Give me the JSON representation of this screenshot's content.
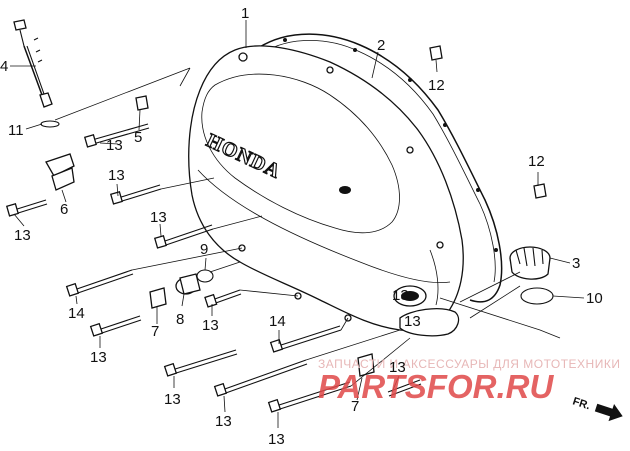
{
  "callouts": [
    {
      "id": "c1",
      "text": "1"
    },
    {
      "id": "c2",
      "text": "2"
    },
    {
      "id": "c3",
      "text": "3"
    },
    {
      "id": "c4",
      "text": "4"
    },
    {
      "id": "c5",
      "text": "5"
    },
    {
      "id": "c6",
      "text": "6"
    },
    {
      "id": "c7a",
      "text": "7"
    },
    {
      "id": "c7b",
      "text": "7"
    },
    {
      "id": "c8",
      "text": "8"
    },
    {
      "id": "c9",
      "text": "9"
    },
    {
      "id": "c10",
      "text": "10"
    },
    {
      "id": "c11",
      "text": "11"
    },
    {
      "id": "c12a",
      "text": "12"
    },
    {
      "id": "c12b",
      "text": "12"
    },
    {
      "id": "c13a",
      "text": "13"
    },
    {
      "id": "c13b",
      "text": "13"
    },
    {
      "id": "c13c",
      "text": "13"
    },
    {
      "id": "c13d",
      "text": "13"
    },
    {
      "id": "c13e",
      "text": "13"
    },
    {
      "id": "c13f",
      "text": "13"
    },
    {
      "id": "c13g",
      "text": "13"
    },
    {
      "id": "c13h",
      "text": "13"
    },
    {
      "id": "c13i",
      "text": "13"
    },
    {
      "id": "c13j",
      "text": "13"
    },
    {
      "id": "c13k",
      "text": "13"
    },
    {
      "id": "c13l",
      "text": "13"
    },
    {
      "id": "c14a",
      "text": "14"
    },
    {
      "id": "c14b",
      "text": "14"
    }
  ],
  "brand_text": "HONDA",
  "direction_label": "FR.",
  "watermark": {
    "tagline": "ЗАПЧАСТИ И АКСЕССУАРЫ ДЛЯ МОТОТЕХНИКИ",
    "logo": "PARTSFOR.RU"
  }
}
